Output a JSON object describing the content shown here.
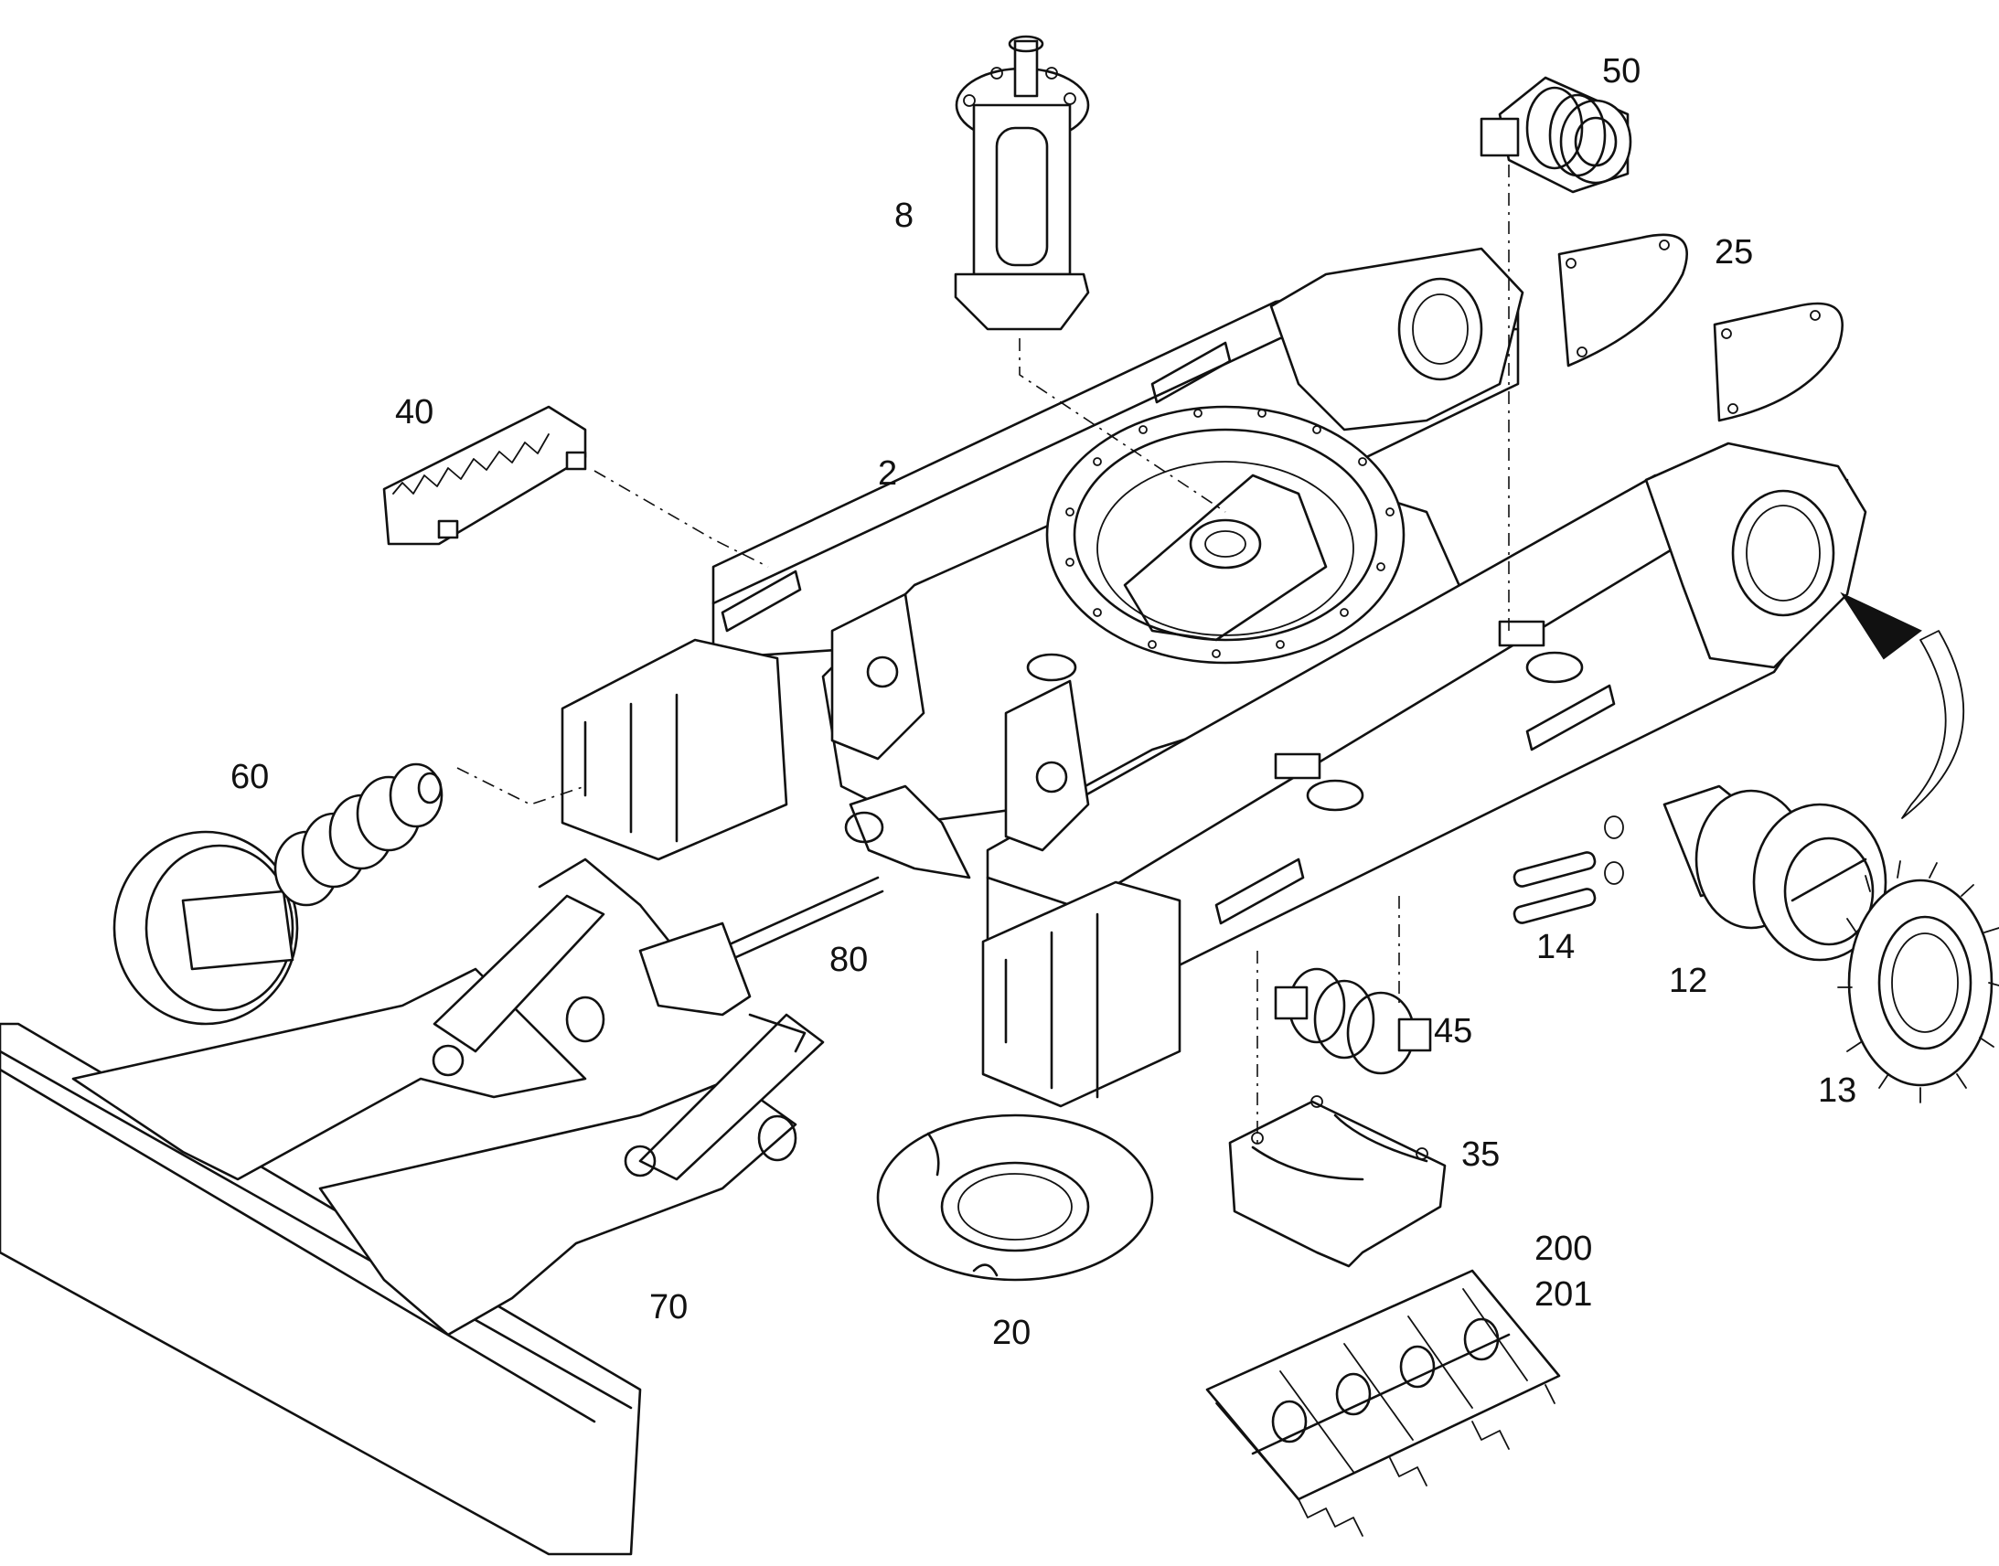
{
  "labels": {
    "p2": "2",
    "p8": "8",
    "p12": "12",
    "p13": "13",
    "p14": "14",
    "p20": "20",
    "p25": "25",
    "p35": "35",
    "p40": "40",
    "p45": "45",
    "p50": "50",
    "p60": "60",
    "p70": "70",
    "p80": "80",
    "p200": "200",
    "p201": "201"
  },
  "colors": {
    "line": "#111111",
    "background": "#ffffff"
  }
}
